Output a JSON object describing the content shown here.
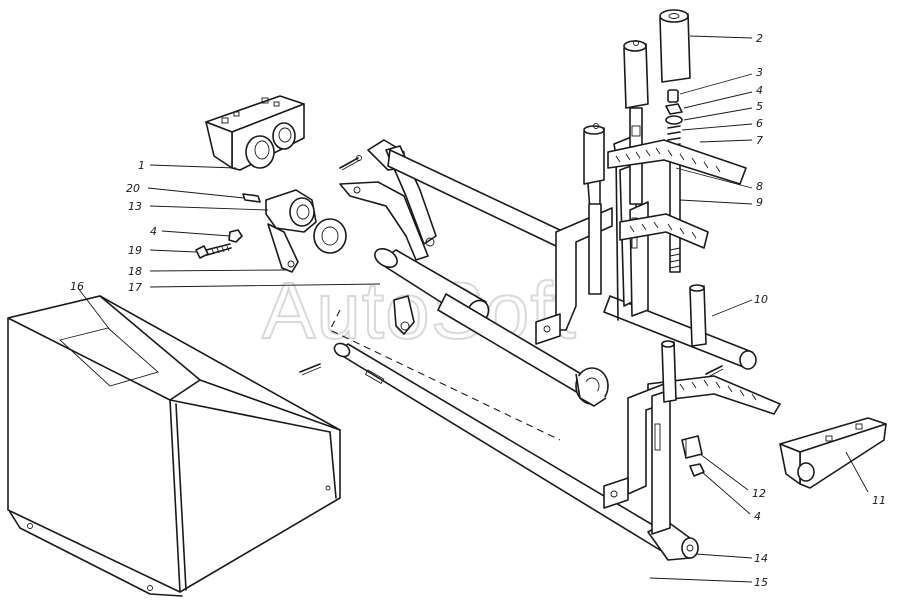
{
  "watermark": "AutoSoft",
  "callouts": [
    {
      "id": "c1",
      "label": "1"
    },
    {
      "id": "c2",
      "label": "2"
    },
    {
      "id": "c3",
      "label": "3"
    },
    {
      "id": "c4a",
      "label": "4"
    },
    {
      "id": "c5",
      "label": "5"
    },
    {
      "id": "c6",
      "label": "6"
    },
    {
      "id": "c7",
      "label": "7"
    },
    {
      "id": "c8",
      "label": "8"
    },
    {
      "id": "c9",
      "label": "9"
    },
    {
      "id": "c10",
      "label": "10"
    },
    {
      "id": "c11",
      "label": "11"
    },
    {
      "id": "c12",
      "label": "12"
    },
    {
      "id": "c4c",
      "label": "4"
    },
    {
      "id": "c14",
      "label": "14"
    },
    {
      "id": "c15",
      "label": "15"
    },
    {
      "id": "c16",
      "label": "16"
    },
    {
      "id": "c17",
      "label": "17"
    },
    {
      "id": "c18",
      "label": "18"
    },
    {
      "id": "c19",
      "label": "19"
    },
    {
      "id": "c4b",
      "label": "4"
    },
    {
      "id": "c13",
      "label": "13"
    },
    {
      "id": "c20",
      "label": "20"
    }
  ]
}
